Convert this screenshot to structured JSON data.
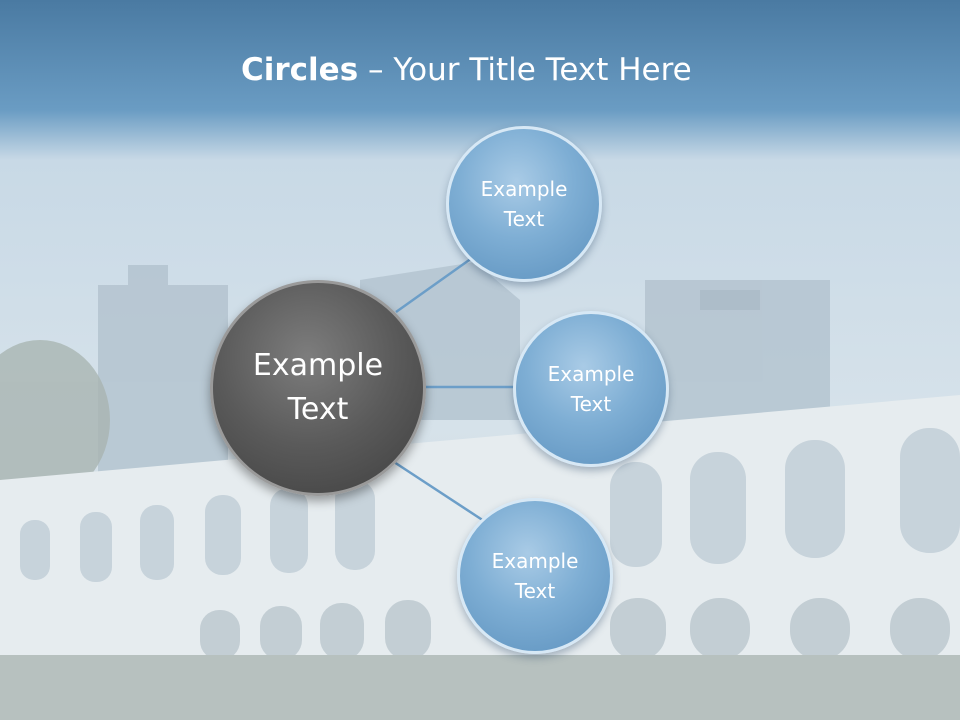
{
  "title": {
    "bold": "Circles",
    "rest": " – Your Title Text Here"
  },
  "center": {
    "label": "Example\nText"
  },
  "nodes": [
    {
      "label": "Example\nText"
    },
    {
      "label": "Example\nText"
    },
    {
      "label": "Example\nText"
    }
  ],
  "colors": {
    "header": "#5a8cb5",
    "node_fill": "#7eaed4",
    "center_fill": "#5a5a5a",
    "connector": "#6c9ec8"
  }
}
